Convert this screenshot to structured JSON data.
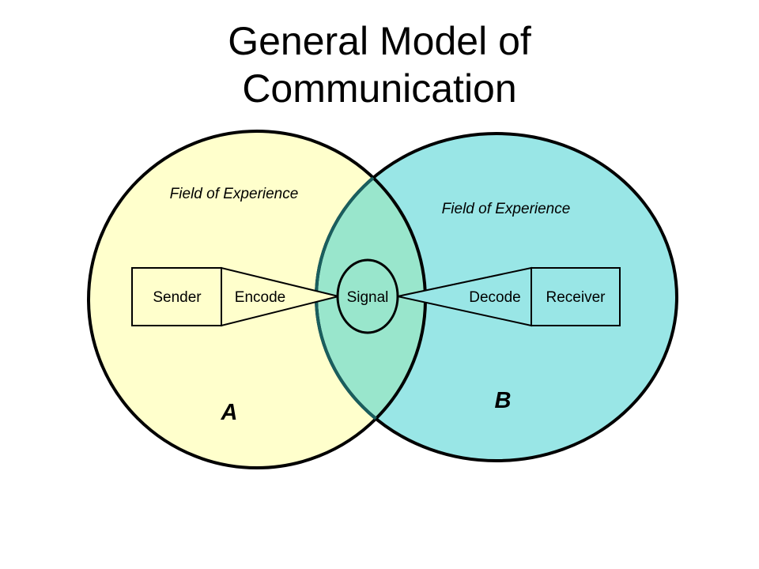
{
  "title": {
    "line1": "General Model of",
    "line2": "Communication"
  },
  "field_a": {
    "label": "Field of Experience",
    "letter": "A",
    "color": "#FFFFCC"
  },
  "field_b": {
    "label": "Field of Experience",
    "letter": "B",
    "color": "#99E6E6"
  },
  "overlap_color": "#99E6CC",
  "boxes": {
    "sender": "Sender",
    "encode": "Encode",
    "signal": "Signal",
    "decode": "Decode",
    "receiver": "Receiver"
  }
}
